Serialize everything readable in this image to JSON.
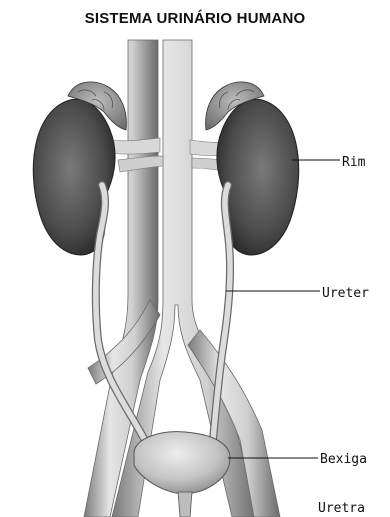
{
  "diagram": {
    "title": "SISTEMA URINÁRIO HUMANO",
    "labels": {
      "rim": "Rim",
      "ureter": "Ureter",
      "bexiga": "Bexiga",
      "uretra": "Uretra"
    },
    "colors": {
      "kidney": "#4a4a4a",
      "adrenal": "#8c8c8c",
      "vessel": "#c4c4c4",
      "ureter": "#d6d6d6",
      "bladder": "#bdbdbd"
    }
  }
}
